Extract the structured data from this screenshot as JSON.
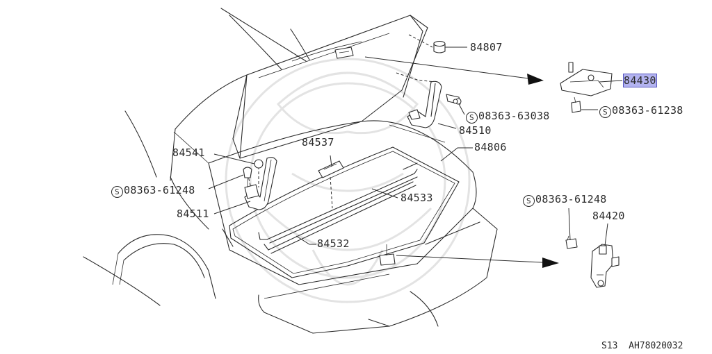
{
  "diagram": {
    "parts": [
      {
        "id": "84807",
        "label": "84807"
      },
      {
        "id": "84430",
        "label": "84430",
        "highlighted": true
      },
      {
        "id": "08363-63038",
        "label": "08363-63038",
        "prefix": "S"
      },
      {
        "id": "08363-61238",
        "label": "08363-61238",
        "prefix": "S"
      },
      {
        "id": "84510",
        "label": "84510"
      },
      {
        "id": "84806",
        "label": "84806"
      },
      {
        "id": "84537",
        "label": "84537"
      },
      {
        "id": "84541",
        "label": "84541"
      },
      {
        "id": "08363-61248-left",
        "label": "08363-61248",
        "prefix": "S"
      },
      {
        "id": "84511",
        "label": "84511"
      },
      {
        "id": "84533",
        "label": "84533"
      },
      {
        "id": "84532",
        "label": "84532"
      },
      {
        "id": "08363-61248-right",
        "label": "08363-61248",
        "prefix": "S"
      },
      {
        "id": "84420",
        "label": "84420"
      }
    ],
    "footer": {
      "section": "S13",
      "code": "AH78020032"
    },
    "colors": {
      "line": "#2b2b2b",
      "highlight": "#b3b3f0",
      "watermark": "#e3e3e3"
    }
  }
}
